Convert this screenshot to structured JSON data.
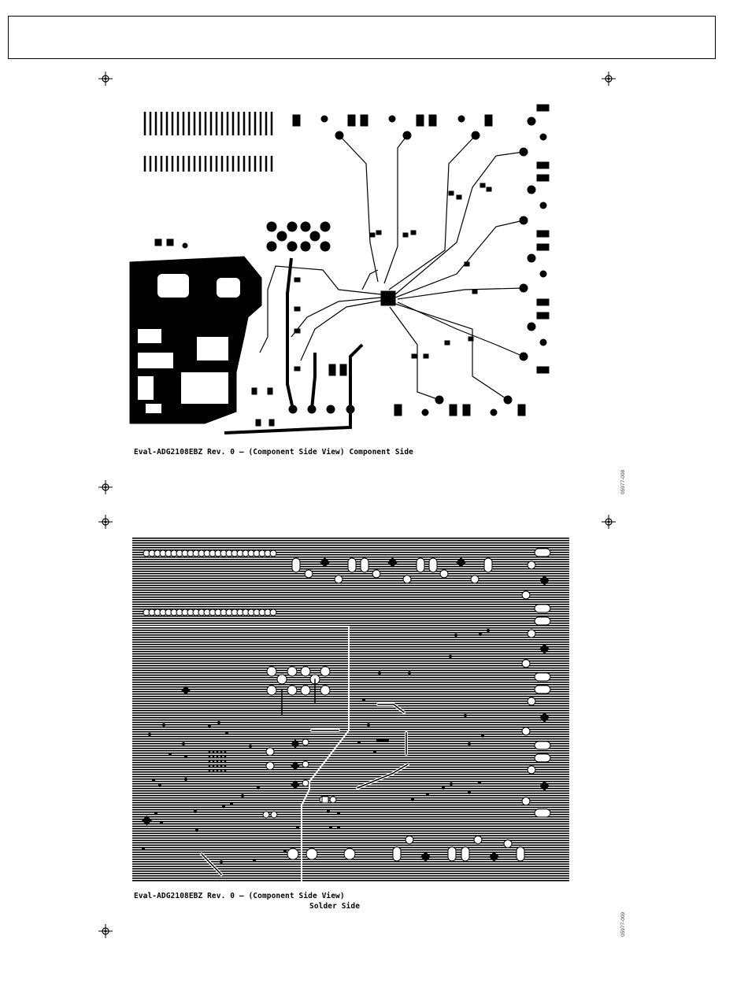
{
  "page": {
    "header_box_text": ""
  },
  "figures": [
    {
      "caption": "Eval-ADG2108EBZ Rev. 0 –  (Component Side View) Component Side",
      "code": "05977-008"
    },
    {
      "caption": "Eval-ADG2108EBZ Rev. 0 –  (Component Side View)",
      "caption_line2": "Solder Side",
      "code": "05977-009"
    }
  ],
  "colors": {
    "ink": "#000000",
    "paper": "#ffffff"
  }
}
